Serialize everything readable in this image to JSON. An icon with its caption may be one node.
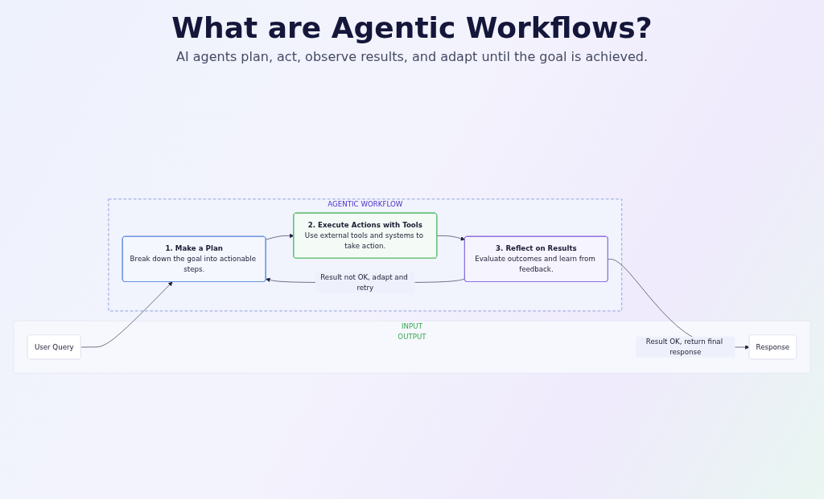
{
  "diagram": {
    "title": "What are Agentic Workflows?",
    "nodes": [
      {
        "text": [
          "INPUT",
          "OUTPUT"
        ]
      },
      {
        "text": [
          "User Query"
        ],
        "in": 0
      },
      {
        "text": [
          "Response"
        ],
        "in": 0
      },
      {
        "text": [
          "AGENTIC WORKFLOW"
        ]
      },
      {
        "text": [
          "1. Make a Plan",
          "Break down the goal into actionable steps."
        ],
        "in": 3
      },
      {
        "text": [
          "2. Execute Actions with Tools",
          "Use external tools and systems to take action."
        ],
        "in": 3
      },
      {
        "text": [
          "3. Reflect on Results",
          "Evaluate outcomes and learn from feedback."
        ],
        "in": 3
      }
    ],
    "edges": [
      {
        "from": 1,
        "to": 4,
        "arrow": "to"
      },
      {
        "from": 4,
        "to": 5,
        "arrow": "to"
      },
      {
        "from": 5,
        "to": 6,
        "arrow": "to"
      },
      {
        "from": 6,
        "to": 4,
        "arrow": "to",
        "label": "Result not OK, adapt and retry"
      },
      {
        "from": 6,
        "to": 2,
        "arrow": "to",
        "label": "Result OK, return final response"
      }
    ],
    "labels": [
      "AI agents plan, act, observe results, and adapt until the goal is achieved."
    ]
  }
}
